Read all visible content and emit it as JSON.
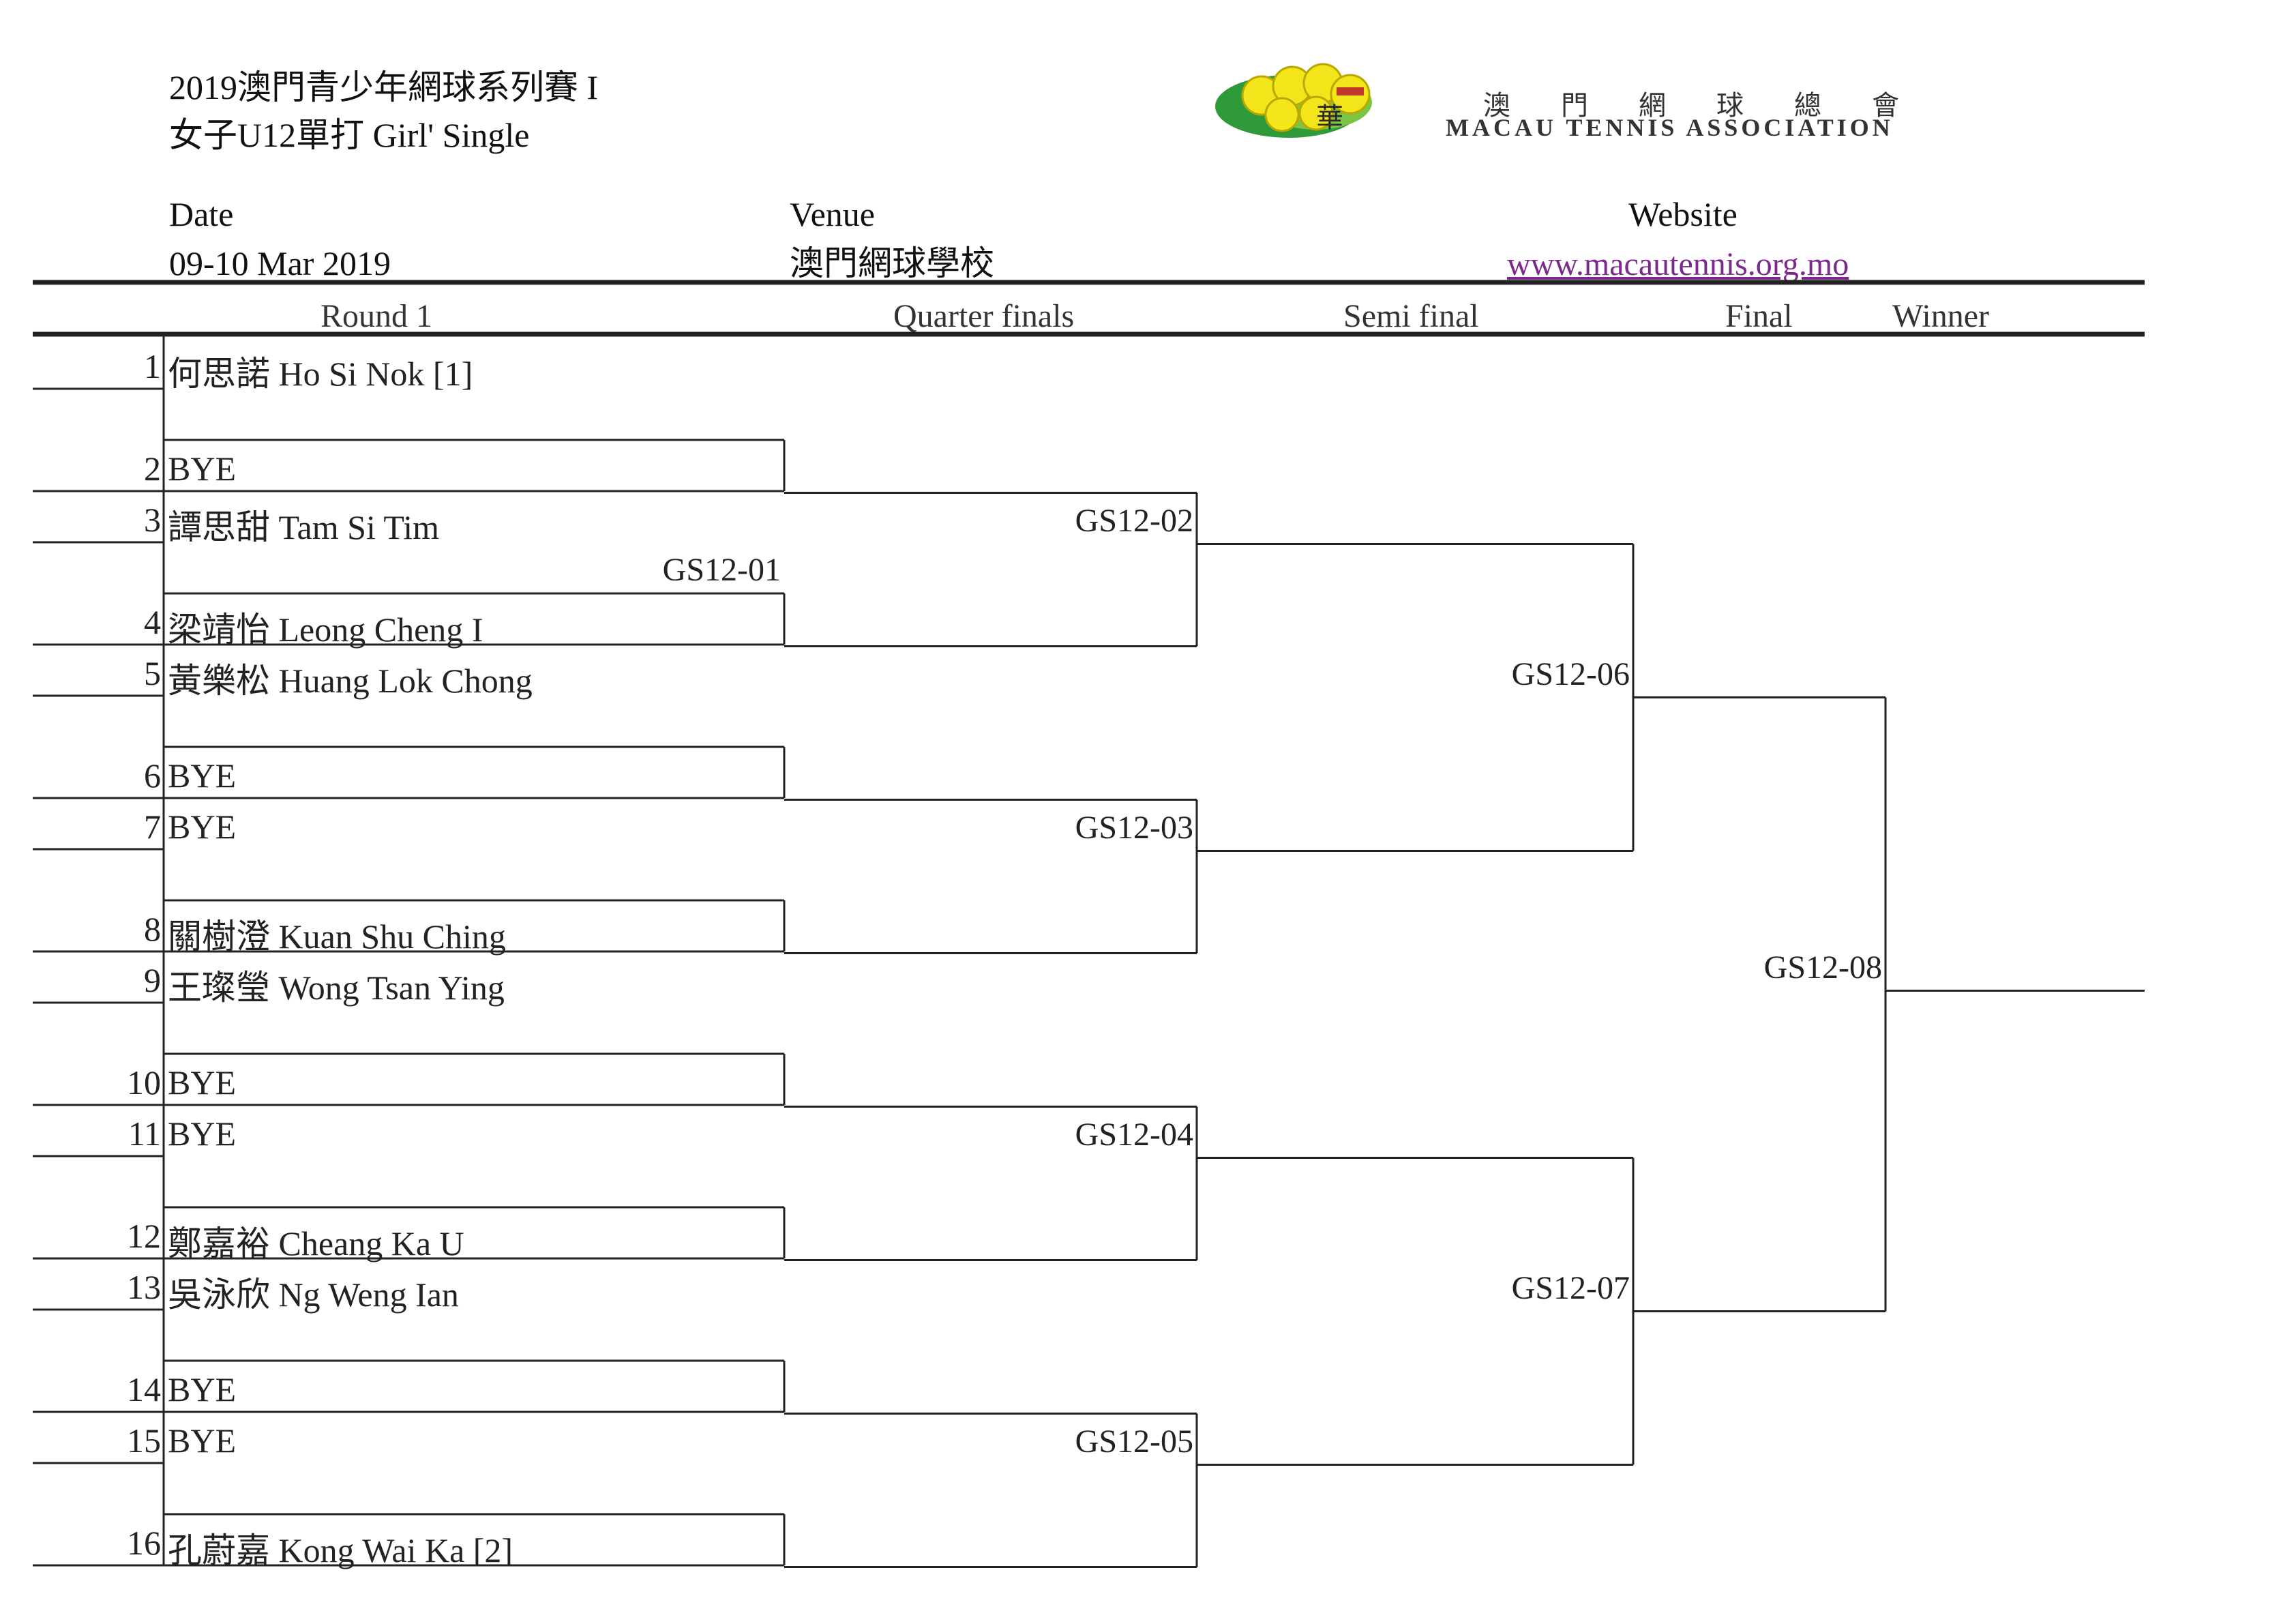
{
  "header": {
    "title_line1": "2019澳門青少年網球系列賽 I",
    "title_line2": "女子U12單打 Girl' Single",
    "date_label": "Date",
    "date_value": "09-10 Mar 2019",
    "venue_label": "Venue",
    "venue_value": "澳門網球學校",
    "website_label": "Website",
    "website_value": "www.macautennis.org.mo"
  },
  "logo": {
    "chinese": "澳門網球總會",
    "english": "MACAU TENNIS ASSOCIATION",
    "emblem_char": "華",
    "colors": {
      "ball": "#f2e51a",
      "leaf": "#2f9a3a",
      "accent": "#c0392b"
    }
  },
  "rounds": [
    "Round 1",
    "Quarter finals",
    "Semi final",
    "Final",
    "Winner"
  ],
  "players": [
    {
      "num": "1",
      "name": "何思諾 Ho Si  Nok [1]"
    },
    {
      "num": "2",
      "name": "BYE"
    },
    {
      "num": "3",
      "name": "譚思甜 Tam Si Tim"
    },
    {
      "num": "4",
      "name": "梁靖怡 Leong Cheng I"
    },
    {
      "num": "5",
      "name": "黃樂松 Huang Lok Chong"
    },
    {
      "num": "6",
      "name": "BYE"
    },
    {
      "num": "7",
      "name": "BYE"
    },
    {
      "num": "8",
      "name": "關樹澄 Kuan Shu Ching"
    },
    {
      "num": "9",
      "name": "王璨瑩 Wong Tsan Ying"
    },
    {
      "num": "10",
      "name": "BYE"
    },
    {
      "num": "11",
      "name": "BYE"
    },
    {
      "num": "12",
      "name": "鄭嘉裕 Cheang Ka U"
    },
    {
      "num": "13",
      "name": "吳泳欣 Ng Weng Ian"
    },
    {
      "num": "14",
      "name": "BYE"
    },
    {
      "num": "15",
      "name": "BYE"
    },
    {
      "num": "16",
      "name": "孔蔚嘉 Kong Wai Ka  [2]"
    }
  ],
  "matches": {
    "r1": [
      "",
      "GS12-01",
      "",
      "",
      "",
      "",
      "",
      ""
    ],
    "qf": [
      "GS12-02",
      "GS12-03",
      "GS12-04",
      "GS12-05"
    ],
    "sf": [
      "GS12-06",
      "GS12-07"
    ],
    "final": [
      "GS12-08"
    ]
  }
}
